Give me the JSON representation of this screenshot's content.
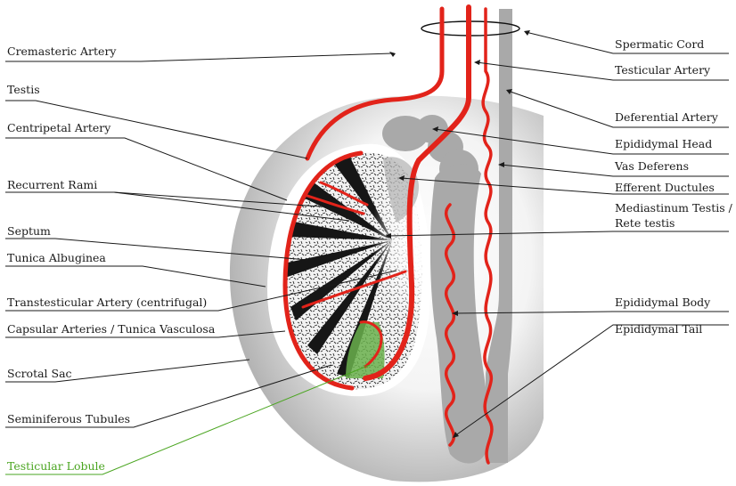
{
  "colors": {
    "artery": "#e2231a",
    "tissue_gray": "#a9a9a9",
    "lobule_green": "#6ab04c",
    "leader_green": "#4aa520",
    "leader": "#1a1a1a"
  },
  "labels_left": {
    "cremasteric_artery": "Cremasteric Artery",
    "testis": "Testis",
    "centripetal_artery": "Centripetal Artery",
    "recurrent_rami": "Recurrent Rami",
    "septum": "Septum",
    "tunica_albuginea": "Tunica Albuginea",
    "transtesticular_artery": "Transtesticular Artery (centrifugal)",
    "capsular_arteries": "Capsular Arteries / Tunica Vasculosa",
    "scrotal_sac": "Scrotal Sac",
    "seminiferous_tubules": "Seminiferous Tubules",
    "testicular_lobule": "Testicular Lobule"
  },
  "labels_right": {
    "spermatic_cord": "Spermatic Cord",
    "testicular_artery": "Testicular Artery",
    "deferential_artery": "Deferential Artery",
    "epididymal_head": "Epididymal Head",
    "vas_deferens": "Vas Deferens",
    "efferent_ductules": "Efferent Ductules",
    "mediastinum_testis_line1": "Mediastinum Testis /",
    "mediastinum_testis_line2": "Rete testis",
    "epididymal_body": "Epididymal Body",
    "epididymal_tail": "Epididymal Tail"
  }
}
